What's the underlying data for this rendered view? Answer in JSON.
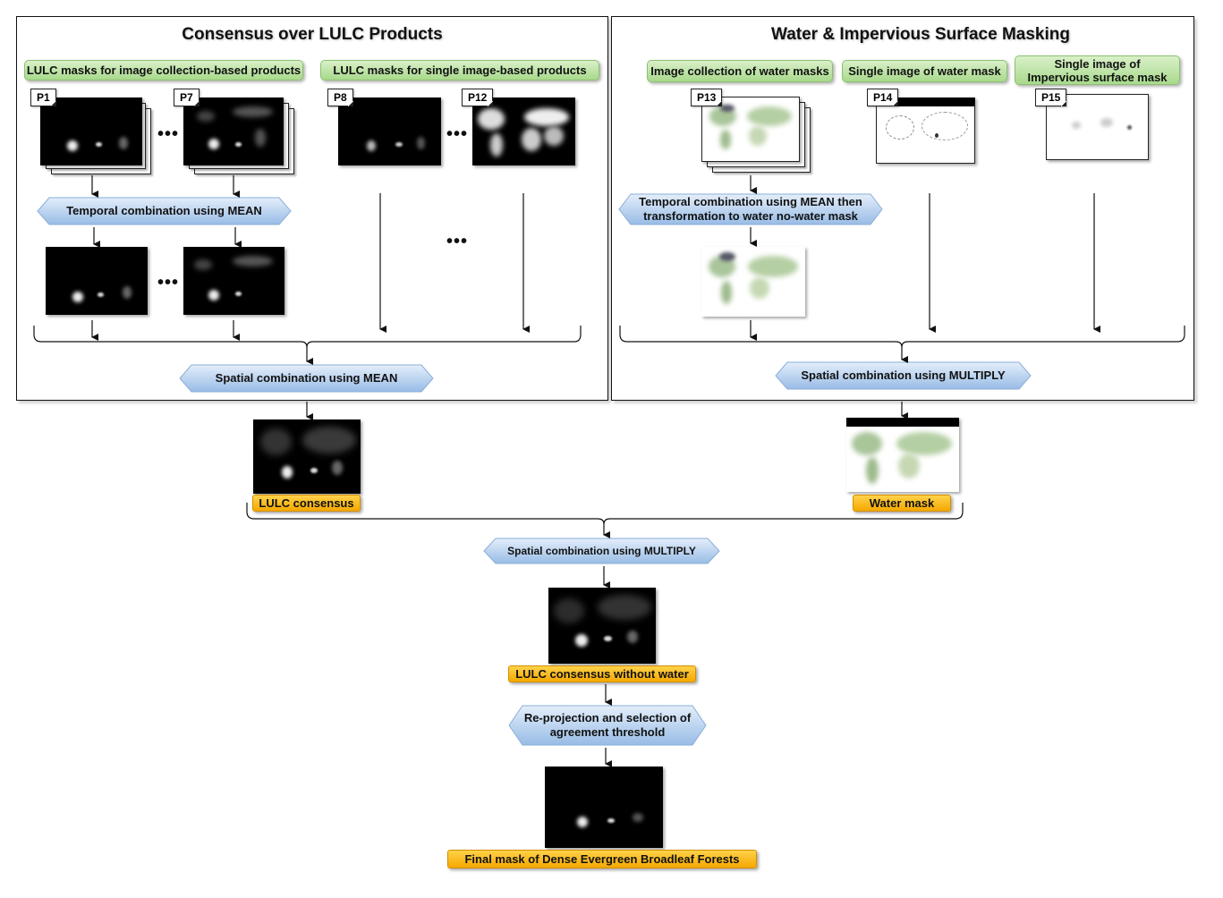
{
  "left_panel": {
    "title": "Consensus over LULC Products",
    "group_collection_label": "LULC masks for image collection-based products",
    "group_single_label": "LULC masks for single image-based products",
    "products": [
      {
        "id": "P1",
        "kind": "collection"
      },
      {
        "id": "P7",
        "kind": "collection"
      },
      {
        "id": "P8",
        "kind": "single"
      },
      {
        "id": "P12",
        "kind": "single"
      }
    ],
    "ellipsis": "•••",
    "temporal_step": "Temporal combination using MEAN",
    "spatial_step": "Spatial combination using MEAN"
  },
  "right_panel": {
    "title": "Water & Impervious Surface Masking",
    "group_water_collection_label": "Image collection of water masks",
    "group_water_single_label": "Single image of water mask",
    "group_impervious_label": "Single image of Impervious surface mask",
    "products": [
      {
        "id": "P13",
        "kind": "collection"
      },
      {
        "id": "P14",
        "kind": "single"
      },
      {
        "id": "P15",
        "kind": "single"
      }
    ],
    "temporal_step": "Temporal combination using MEAN then transformation to water no-water mask",
    "spatial_step": "Spatial combination using MULTIPLY"
  },
  "outputs": {
    "lulc_consensus": "LULC consensus",
    "water_mask": "Water mask",
    "combine_step": "Spatial combination using MULTIPLY",
    "lulc_without_water": "LULC consensus without water",
    "reprojection_step": "Re-projection and selection of agreement threshold",
    "final_mask": "Final mask of Dense Evergreen Broadleaf Forests"
  },
  "colors": {
    "input_group_green": "#a8d98c",
    "process_blue": "#a9c8ec",
    "output_orange": "#f5a800",
    "connector": "#111111"
  }
}
